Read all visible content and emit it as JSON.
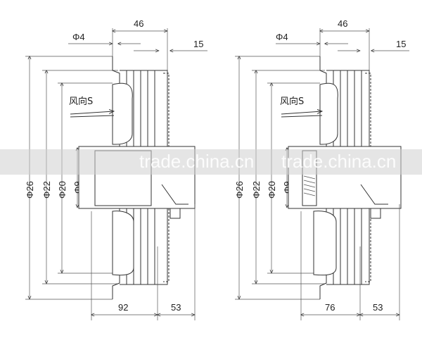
{
  "drawings": [
    {
      "name": "left-fan-drawing",
      "dims": {
        "top_width": "46",
        "hole": "Φ4",
        "flange": "15",
        "d1": "Φ26",
        "d2": "Φ22",
        "d3": "Φ20",
        "d4": "Φ9",
        "bottom_left": "92",
        "bottom_right": "53"
      },
      "airflow_label": "风向S"
    },
    {
      "name": "right-fan-drawing",
      "dims": {
        "top_width": "46",
        "hole": "Φ4",
        "flange": "15",
        "d1": "Φ26",
        "d2": "Φ22",
        "d3": "Φ20",
        "d4": "Φ9",
        "bottom_left": "76",
        "bottom_right": "53"
      },
      "airflow_label": "风向S"
    }
  ],
  "watermark": "trade.china.cn",
  "colors": {
    "line": "#333333",
    "background": "#ffffff",
    "band": "#d8d8d8"
  }
}
